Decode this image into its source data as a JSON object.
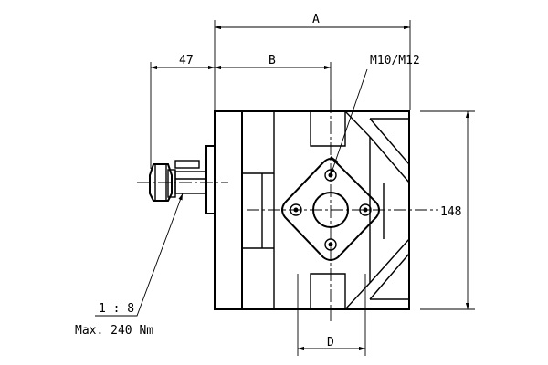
{
  "labels": {
    "dim_a": "A",
    "dim_b": "B",
    "dim_d": "D",
    "dim_47": "47",
    "dim_148": "148",
    "thread": "M10/M12",
    "ratio": "1 : 8",
    "torque": "Max. 240 Nm"
  }
}
